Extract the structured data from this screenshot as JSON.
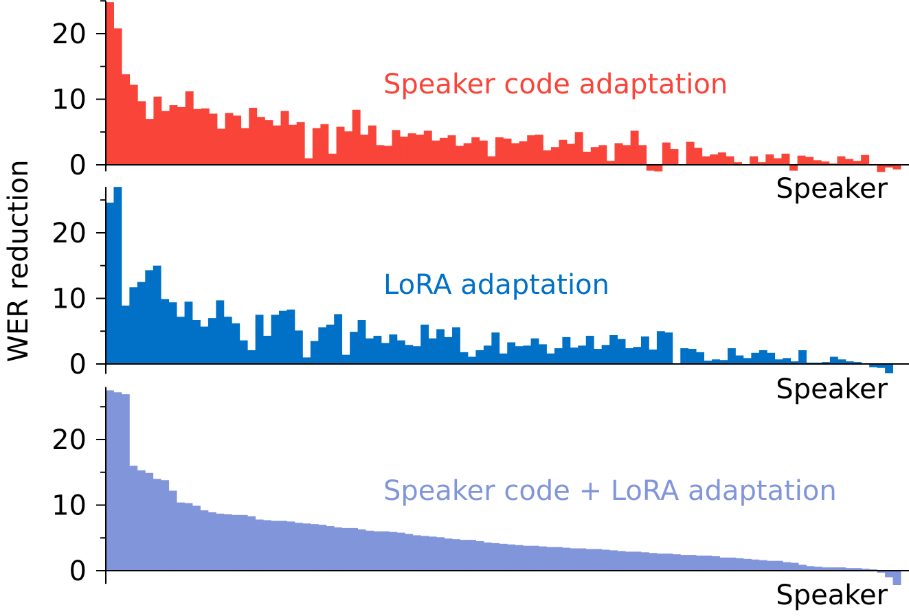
{
  "chart_data": {
    "type": "bar",
    "ylabel": "WER reduction",
    "panels": [
      {
        "name": "Speaker code adaptation",
        "color": "#f84439",
        "xlabel": "Speaker",
        "ylim": [
          -1,
          25
        ],
        "yticks": [
          0,
          10,
          20
        ],
        "values": [
          24.8,
          20.8,
          13.8,
          12.2,
          9.7,
          7.0,
          10.4,
          8.2,
          9.1,
          8.8,
          11.2,
          8.5,
          8.6,
          7.8,
          5.5,
          7.9,
          7.5,
          5.6,
          8.7,
          7.3,
          6.8,
          6.0,
          8.2,
          6.1,
          6.5,
          1.0,
          5.6,
          6.2,
          1.7,
          5.8,
          5.1,
          8.4,
          4.6,
          6.0,
          3.0,
          2.9,
          5.3,
          4.3,
          4.8,
          4.6,
          5.2,
          3.7,
          4.1,
          4.5,
          2.9,
          3.3,
          4.2,
          3.7,
          1.3,
          4.2,
          4.0,
          3.3,
          3.6,
          4.5,
          4.6,
          2.2,
          2.7,
          3.8,
          3.2,
          5.0,
          2.0,
          2.7,
          3.0,
          0.6,
          3.3,
          3.0,
          5.2,
          3.0,
          -0.9,
          -1.0,
          3.4,
          2.4,
          0.1,
          3.5,
          2.6,
          1.3,
          1.6,
          1.9,
          1.3,
          0.4,
          0.0,
          1.3,
          0.4,
          1.6,
          1.0,
          1.7,
          -0.9,
          1.4,
          1.2,
          0.7,
          0.5,
          0.2,
          1.3,
          0.9,
          0.6,
          1.5,
          0.0,
          -1.1,
          -0.4,
          -0.7
        ]
      },
      {
        "name": "LoRA adaptation",
        "color": "#0071c6",
        "xlabel": "Speaker",
        "ylim": [
          -1.5,
          27
        ],
        "yticks": [
          0,
          10,
          20
        ],
        "values": [
          24.6,
          27.0,
          8.9,
          11.7,
          12.5,
          14.3,
          15.0,
          9.9,
          9.4,
          7.2,
          9.5,
          6.7,
          5.7,
          7.0,
          9.7,
          7.2,
          6.2,
          3.6,
          2.1,
          7.5,
          4.3,
          7.5,
          8.1,
          8.3,
          5.1,
          1.0,
          3.5,
          5.6,
          6.0,
          7.6,
          1.4,
          4.9,
          6.7,
          3.9,
          4.3,
          3.2,
          4.5,
          3.6,
          2.9,
          2.7,
          6.0,
          3.9,
          5.3,
          4.1,
          5.6,
          1.8,
          1.1,
          2.1,
          2.8,
          4.8,
          1.6,
          3.3,
          2.7,
          2.8,
          3.9,
          3.0,
          1.6,
          2.4,
          4.1,
          2.5,
          2.8,
          4.3,
          2.3,
          2.9,
          4.4,
          3.8,
          2.4,
          2.6,
          4.2,
          2.2,
          5.0,
          4.8,
          0.1,
          2.4,
          2.3,
          1.8,
          0.5,
          0.7,
          0.6,
          2.4,
          1.3,
          0.9,
          1.7,
          2.1,
          1.7,
          0.7,
          0.9,
          0.4,
          2.1,
          0.2,
          0.2,
          0.3,
          1.1,
          0.7,
          0.4,
          0.3,
          0.0,
          -0.5,
          -0.6,
          -1.4,
          -0.1
        ]
      },
      {
        "name": "Speaker code + LoRA adaptation",
        "color": "#8195db",
        "xlabel": "Speaker",
        "ylim": [
          -2,
          28
        ],
        "yticks": [
          0,
          10,
          20
        ],
        "values": [
          27.5,
          27.2,
          26.9,
          16.0,
          15.3,
          14.9,
          14.0,
          13.8,
          12.2,
          10.4,
          10.3,
          9.9,
          9.2,
          8.9,
          8.7,
          8.6,
          8.5,
          8.5,
          8.3,
          7.8,
          7.7,
          7.6,
          7.6,
          7.5,
          7.3,
          7.2,
          7.1,
          7.0,
          6.8,
          6.6,
          6.5,
          6.5,
          6.3,
          6.1,
          6.0,
          6.0,
          5.9,
          5.8,
          5.6,
          5.4,
          5.3,
          5.2,
          5.1,
          4.9,
          4.8,
          4.7,
          4.7,
          4.5,
          4.3,
          4.2,
          4.1,
          4.0,
          3.9,
          3.8,
          3.8,
          3.7,
          3.6,
          3.6,
          3.5,
          3.4,
          3.4,
          3.3,
          3.3,
          3.2,
          3.1,
          3.0,
          2.9,
          2.9,
          2.8,
          2.7,
          2.6,
          2.6,
          2.5,
          2.4,
          2.4,
          2.3,
          2.3,
          2.2,
          2.0,
          2.0,
          1.9,
          1.8,
          1.7,
          1.6,
          1.5,
          1.5,
          1.3,
          1.2,
          0.9,
          0.7,
          0.6,
          0.5,
          0.5,
          0.5,
          0.4,
          0.4,
          0.3,
          0.2,
          -0.3,
          -1.0,
          -2.2
        ]
      }
    ]
  }
}
